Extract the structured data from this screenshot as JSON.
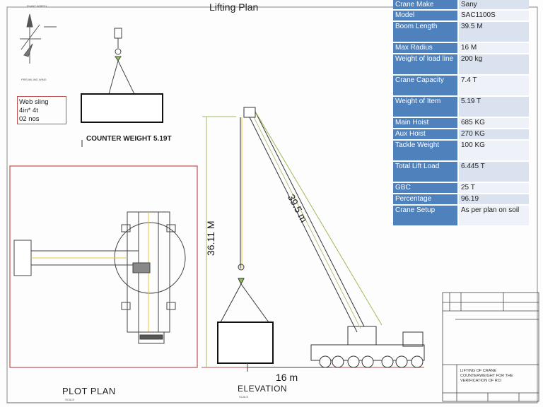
{
  "title": "Lifting Plan",
  "sling": {
    "line1": "Web sling",
    "line2": "4in* 4t",
    "line3": "02 nos"
  },
  "counter_weight_label": "COUNTER WEIGHT 5.19T",
  "labels": {
    "plot_plan": "PLOT PLAN",
    "elevation": "ELEVATION"
  },
  "dims": {
    "height": "36.11 M",
    "boom": "39.5 m",
    "radius": "16 m"
  },
  "spec_table": [
    {
      "key": "Crane Make",
      "value": "Sany"
    },
    {
      "key": "Model",
      "value": "SAC1100S"
    },
    {
      "key": "Boom Length",
      "value": "39.5 M"
    },
    {
      "key": "Max Radius",
      "value": "16 M"
    },
    {
      "key": "Weight of load line",
      "value": "200 kg"
    },
    {
      "key": "Crane Capacity",
      "value": "7.4 T"
    },
    {
      "key": "Weight of Item",
      "value": "5.19 T"
    },
    {
      "key": "Main Hoist",
      "value": "685 KG"
    },
    {
      "key": "Aux Hoist",
      "value": "270 KG"
    },
    {
      "key": "Tackle Weight",
      "value": "100 KG"
    },
    {
      "key": "Total Lift Load",
      "value": "6.445 T"
    },
    {
      "key": "GBC",
      "value": "25 T"
    },
    {
      "key": "Percentage",
      "value": "96.19"
    },
    {
      "key": "Crane Setup",
      "value": "As per plan on soil"
    }
  ],
  "title_block": {
    "main": "LIFTING OF CRANE COUNTERWEIGHT FOR THE VERIFICATION OF RCI",
    "scale": "SCALE",
    "north": "PLANT NORTH",
    "wind": "PREVAILING WIND"
  },
  "colors": {
    "table_header": "#4f81bd",
    "table_cell": "#dbe2ef",
    "sling_border": "#c0504d",
    "boom_line": "#9bbb59",
    "load_line": "#e8c840"
  }
}
